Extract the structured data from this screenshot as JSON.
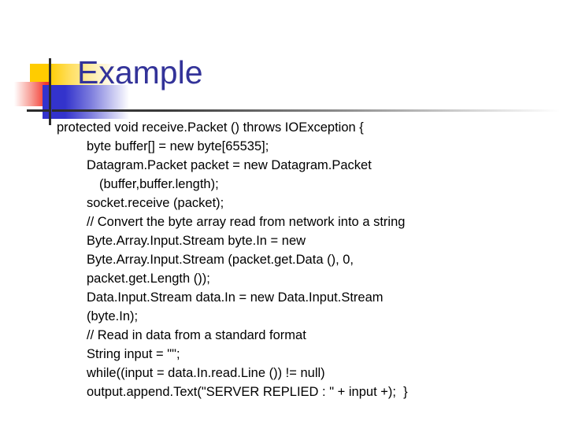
{
  "slide": {
    "title": "Example",
    "title_color": "#333399",
    "background_color": "#ffffff",
    "decoration": {
      "yellow_color": "#ffcc00",
      "red_color": "#f4372e",
      "blue_color": "#3333cc",
      "line_color": "#2b2b2b"
    }
  },
  "body": {
    "language": "java",
    "lines": [
      {
        "indent": 0,
        "text": "protected void receive.Packet () throws IOException {"
      },
      {
        "indent": 1,
        "text": "byte buffer[] = new byte[65535];"
      },
      {
        "indent": 1,
        "text": "Datagram.Packet packet = new Datagram.Packet"
      },
      {
        "indent": 2,
        "text": "(buffer,buffer.length);"
      },
      {
        "indent": 1,
        "text": "socket.receive (packet);"
      },
      {
        "indent": 1,
        "text": "// Convert the byte array read from network into a string"
      },
      {
        "indent": 1,
        "text": "Byte.Array.Input.Stream byte.In = new"
      },
      {
        "indent": 1,
        "text": "Byte.Array.Input.Stream (packet.get.Data (), 0,"
      },
      {
        "indent": 1,
        "text": "packet.get.Length ());"
      },
      {
        "indent": 1,
        "text": "Data.Input.Stream data.In = new Data.Input.Stream"
      },
      {
        "indent": 1,
        "text": "(byte.In);"
      },
      {
        "indent": 1,
        "text": "// Read in data from a standard format"
      },
      {
        "indent": 1,
        "text": "String input = \"\";"
      },
      {
        "indent": 1,
        "text": "while((input = data.In.read.Line ()) != null)"
      },
      {
        "indent": 1,
        "text": "output.append.Text(\"SERVER REPLIED : \" + input +);  }"
      }
    ]
  }
}
